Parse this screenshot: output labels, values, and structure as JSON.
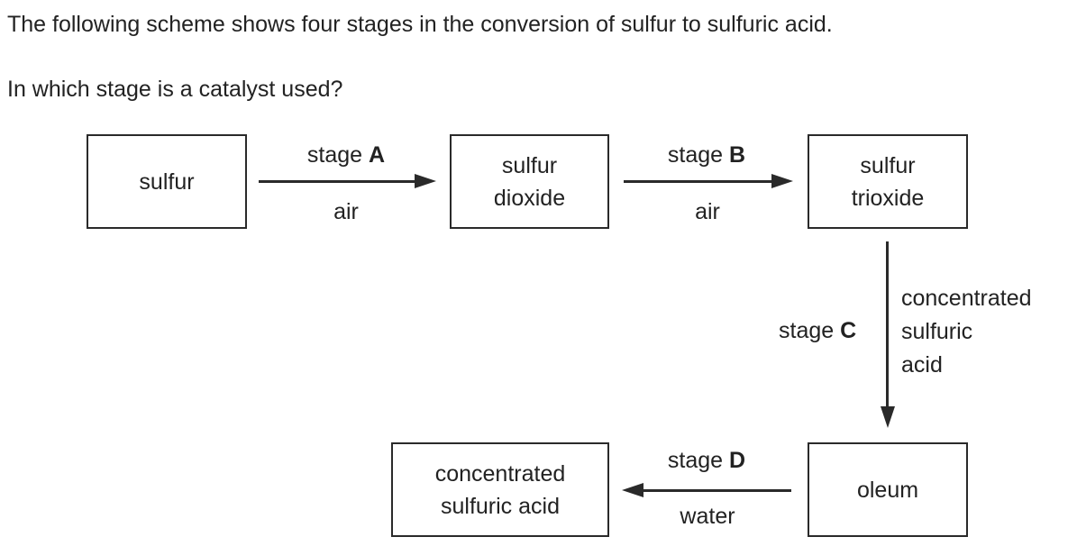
{
  "question": {
    "line1": "The following scheme shows four stages in the conversion of sulfur to sulfuric acid.",
    "line2": "In which stage is a catalyst used?"
  },
  "boxes": {
    "sulfur": [
      "sulfur"
    ],
    "sulfur_dioxide": [
      "sulfur",
      "dioxide"
    ],
    "sulfur_trioxide": [
      "sulfur",
      "trioxide"
    ],
    "oleum": [
      "oleum"
    ],
    "conc_acid": [
      "concentrated",
      "sulfuric acid"
    ]
  },
  "stages": {
    "A": {
      "word": "stage",
      "letter": "A",
      "condition": "air"
    },
    "B": {
      "word": "stage",
      "letter": "B",
      "condition": "air"
    },
    "C": {
      "word": "stage",
      "letter": "C",
      "condition": [
        "concentrated",
        "sulfuric",
        "acid"
      ]
    },
    "D": {
      "word": "stage",
      "letter": "D",
      "condition": "water"
    }
  }
}
